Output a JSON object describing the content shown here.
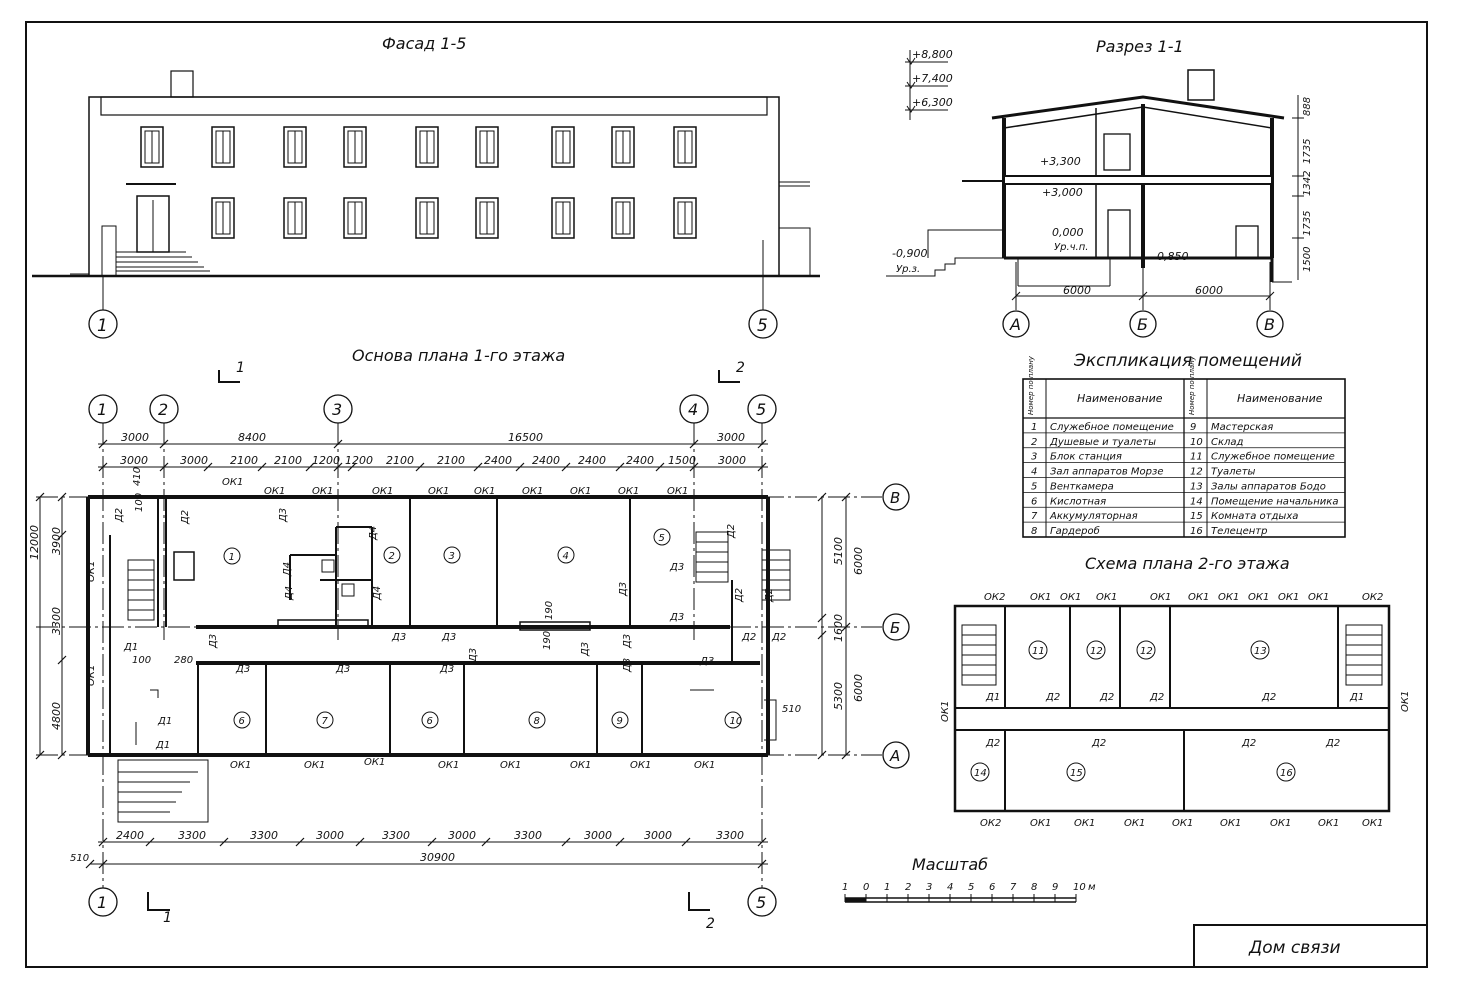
{
  "facade": {
    "title": "Фасад 1-5",
    "axes": [
      "1",
      "5"
    ]
  },
  "section": {
    "title": "Разрез 1-1",
    "levels_top": [
      "+8,800",
      "+7,400",
      "+6,300"
    ],
    "levels_inner": [
      "+3,300",
      "+3,000",
      "0,000",
      "Ур.ч.п."
    ],
    "level_ground_left": [
      "-0,900",
      "Ур.з."
    ],
    "level_ground_right": "-0,850",
    "vertical_dims": [
      "888",
      "1735",
      "1342",
      "1735",
      "1500"
    ],
    "horizontal_dims": [
      "6000",
      "6000"
    ],
    "axes": [
      "А",
      "Б",
      "В"
    ]
  },
  "plan1": {
    "title": "Основа плана 1-го этажа",
    "cut_marks": [
      "1",
      "2",
      "1",
      "2"
    ],
    "axes_top": [
      "1",
      "2",
      "3",
      "4",
      "5"
    ],
    "axes_bottom": [
      "1",
      "5"
    ],
    "axes_right": [
      "В",
      "Б",
      "А"
    ],
    "dims_top_row1": [
      "3000",
      "8400",
      "16500",
      "3000"
    ],
    "dims_top_row2": [
      "3000",
      "3000",
      "2100",
      "2100",
      "1200",
      "1200",
      "2100",
      "2100",
      "2400",
      "2400",
      "2400",
      "2400",
      "1500",
      "3000"
    ],
    "dims_bottom_row1": [
      "2400",
      "3300",
      "3300",
      "3000",
      "3300",
      "3000",
      "3300",
      "3000",
      "3000",
      "3300"
    ],
    "dim_bottom_total": "30900",
    "dim_bottom_offset": "510",
    "dims_left_row1": [
      "3900",
      "3300",
      "4800"
    ],
    "dim_left_total": "12000",
    "dims_right_row1": [
      "5100",
      "1600",
      "5300"
    ],
    "dims_right_row2": [
      "6000",
      "6000"
    ],
    "room_numbers": [
      "1",
      "2",
      "3",
      "4",
      "5",
      "6",
      "7",
      "6",
      "8",
      "9",
      "10"
    ],
    "windows_top": [
      "ОК1",
      "ОК1",
      "ОК1",
      "ОК1",
      "ОК1",
      "ОК1",
      "ОК1",
      "ОК1",
      "ОК1",
      "ОК1",
      "ОК1"
    ],
    "windows_bottom": [
      "ОК1",
      "ОК1",
      "ОК1",
      "ОК1",
      "ОК1",
      "ОК1",
      "ОК1",
      "ОК1"
    ],
    "windows_left": [
      "ОК1",
      "ОК1"
    ],
    "doors": [
      "Д1",
      "Д1",
      "Д1",
      "Д2",
      "Д2",
      "Д2",
      "Д2",
      "Д2",
      "Д2",
      "Д2",
      "Д3",
      "Д3",
      "Д3",
      "Д3",
      "Д3",
      "Д3",
      "Д3",
      "Д3",
      "Д3",
      "Д3",
      "Д3",
      "Д3",
      "Д3",
      "Д3",
      "Д3",
      "Д3",
      "Д4",
      "Д4",
      "Д4",
      "Д4"
    ],
    "small_dims": [
      "410",
      "100",
      "100",
      "280",
      "190",
      "190",
      "510"
    ]
  },
  "explication": {
    "title": "Экспликация помещений",
    "header_num": "Номер по плану",
    "header_name": "Наименование",
    "rows_left": [
      {
        "num": "1",
        "name": "Служебное помещение"
      },
      {
        "num": "2",
        "name": "Душевые и туалеты"
      },
      {
        "num": "3",
        "name": "Блок станция"
      },
      {
        "num": "4",
        "name": "Зал аппаратов Морзе"
      },
      {
        "num": "5",
        "name": "Венткамера"
      },
      {
        "num": "6",
        "name": "Кислотная"
      },
      {
        "num": "7",
        "name": "Аккумуляторная"
      },
      {
        "num": "8",
        "name": "Гардероб"
      }
    ],
    "rows_right": [
      {
        "num": "9",
        "name": "Мастерская"
      },
      {
        "num": "10",
        "name": "Склад"
      },
      {
        "num": "11",
        "name": "Служебное помещение"
      },
      {
        "num": "12",
        "name": "Туалеты"
      },
      {
        "num": "13",
        "name": "Залы аппаратов Бодо"
      },
      {
        "num": "14",
        "name": "Помещение начальника"
      },
      {
        "num": "15",
        "name": "Комната отдыха"
      },
      {
        "num": "16",
        "name": "Телецентр"
      }
    ]
  },
  "plan2": {
    "title": "Схема плана 2-го этажа",
    "rooms": [
      "11",
      "12",
      "12",
      "13",
      "14",
      "15",
      "16"
    ],
    "windows_top": [
      "ОК2",
      "ОК1",
      "ОК1",
      "ОК1",
      "ОК1",
      "ОК1",
      "ОК1",
      "ОК1",
      "ОК1",
      "ОК1",
      "ОК2"
    ],
    "windows_bottom": [
      "ОК2",
      "ОК1",
      "ОК1",
      "ОК1",
      "ОК1",
      "ОК1",
      "ОК1",
      "ОК1",
      "ОК1",
      "ОК1",
      "ОК1"
    ],
    "windows_side": [
      "ОК1",
      "ОК1"
    ],
    "doors": [
      "Д1",
      "Д2",
      "Д2",
      "Д2",
      "Д2",
      "Д1",
      "Д2",
      "Д2",
      "Д2",
      "Д2"
    ]
  },
  "scale": {
    "title": "Масштаб",
    "ticks": [
      "1",
      "0",
      "1",
      "2",
      "3",
      "4",
      "5",
      "6",
      "7",
      "8",
      "9",
      "10"
    ],
    "unit": "м"
  },
  "stamp": {
    "title": "Дом связи"
  }
}
